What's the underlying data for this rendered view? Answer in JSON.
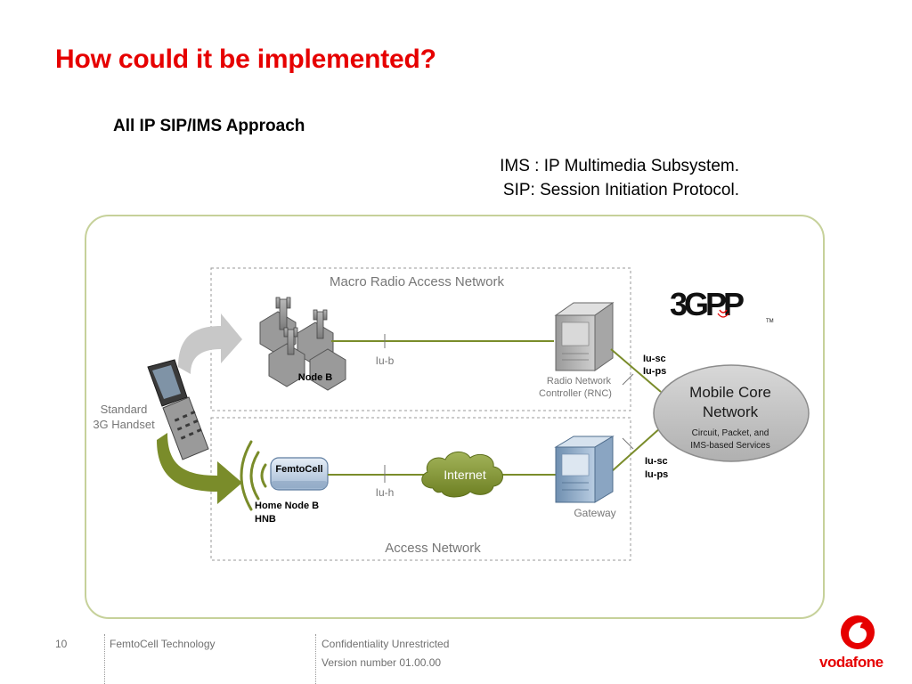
{
  "slide": {
    "title": "How could it be implemented?",
    "subtitle": "All IP SIP/IMS Approach",
    "definitions": [
      "IMS : IP Multimedia Subsystem.",
      "SIP: Session Initiation Protocol."
    ]
  },
  "diagram": {
    "macro_network_label": "Macro Radio Access Network",
    "access_network_label": "Access Network",
    "handset_label": [
      "Standard",
      "3G Handset"
    ],
    "node_b_label": "Node B",
    "iub_label": "Iu-b",
    "iuh_label": "Iu-h",
    "rnc_label": [
      "Radio Network",
      "Controller (RNC)"
    ],
    "iu_top": [
      "Iu-sc",
      "Iu-ps"
    ],
    "iu_bottom": [
      "Iu-sc",
      "Iu-ps"
    ],
    "core_title": [
      "Mobile Core",
      "Network"
    ],
    "core_sub": [
      "Circuit, Packet, and",
      "IMS-based Services"
    ],
    "femtocell_label": "FemtoCell",
    "home_node_b_label": [
      "Home Node B",
      "HNB"
    ],
    "internet_label": "Internet",
    "gateway_label": "Gateway",
    "logo_3gpp": "3GPP",
    "tm_mark": "TM",
    "colors": {
      "title_red": "#e60000",
      "link_green": "#7a8c2a",
      "frame_border": "#c6d19a",
      "core_fill": "#c4c4c4"
    }
  },
  "footer": {
    "page_number": "10",
    "project": "FemtoCell Technology",
    "confidentiality": "Confidentiality Unrestricted",
    "version": "Version number 01.00.00",
    "brand": "vodafone"
  }
}
